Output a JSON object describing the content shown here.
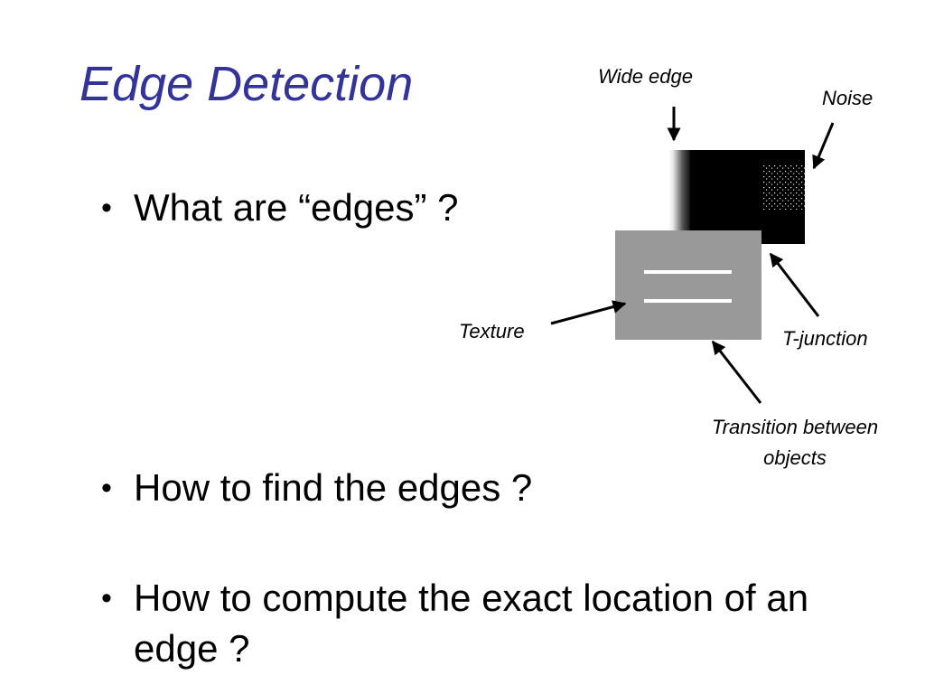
{
  "slide": {
    "title": "Edge Detection",
    "bullet_symbol": "•",
    "bullets": [
      "What are “edges” ?",
      "How to find the edges ?",
      "How to compute the exact location of an edge ?"
    ]
  },
  "diagram": {
    "labels": {
      "wide_edge": "Wide edge",
      "noise": "Noise",
      "texture": "Texture",
      "t_junction": "T-junction",
      "transition": "Transition between objects"
    },
    "colors": {
      "title": "#333399",
      "dark_square": "#000000",
      "gray_square": "#999999",
      "texture_lines": "#ffffff",
      "noise_dots": "#ffffff"
    }
  }
}
